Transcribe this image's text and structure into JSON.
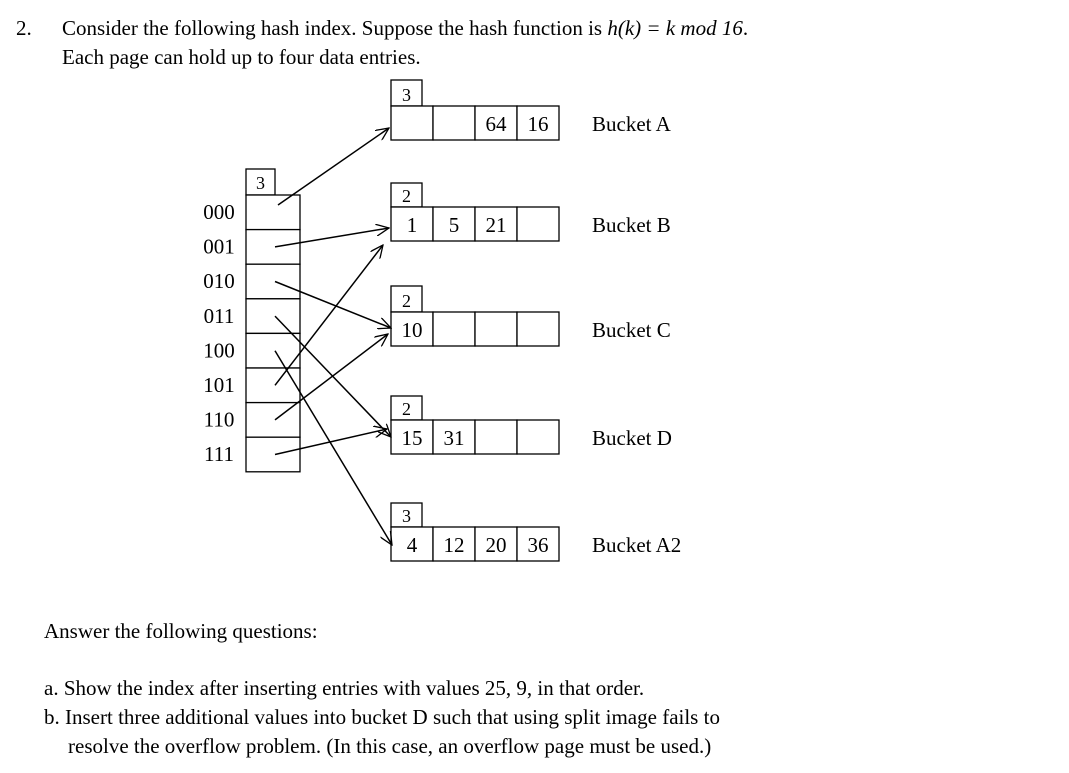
{
  "question": {
    "number": "2.",
    "line1_pre": "Consider the following hash index. Suppose the hash function is ",
    "hash_fn": "h(k) = k mod 16",
    "line1_post": ".",
    "line2": "Each page can hold up to four data entries."
  },
  "directory": {
    "global_depth": "3",
    "labels": [
      "000",
      "001",
      "010",
      "011",
      "100",
      "101",
      "110",
      "111"
    ]
  },
  "buckets": [
    {
      "name": "Bucket A",
      "local_depth": "3",
      "entries": [
        "",
        "",
        "64",
        "16"
      ]
    },
    {
      "name": "Bucket B",
      "local_depth": "2",
      "entries": [
        "1",
        "5",
        "21",
        ""
      ]
    },
    {
      "name": "Bucket C",
      "local_depth": "2",
      "entries": [
        "10",
        "",
        "",
        ""
      ]
    },
    {
      "name": "Bucket D",
      "local_depth": "2",
      "entries": [
        "15",
        "31",
        "",
        ""
      ]
    },
    {
      "name": "Bucket A2",
      "local_depth": "3",
      "entries": [
        "4",
        "12",
        "20",
        "36"
      ]
    }
  ],
  "pointer_targets": [
    0,
    1,
    2,
    3,
    4,
    1,
    2,
    3
  ],
  "answer": {
    "heading": "Answer the following questions:",
    "a": "a. Show the index after inserting entries with values 25, 9, in that order.",
    "b_line1": "b. Insert three additional values into bucket D such that using split image fails to",
    "b_line2": "resolve the overflow problem. (In this case, an overflow page must be used.)"
  }
}
